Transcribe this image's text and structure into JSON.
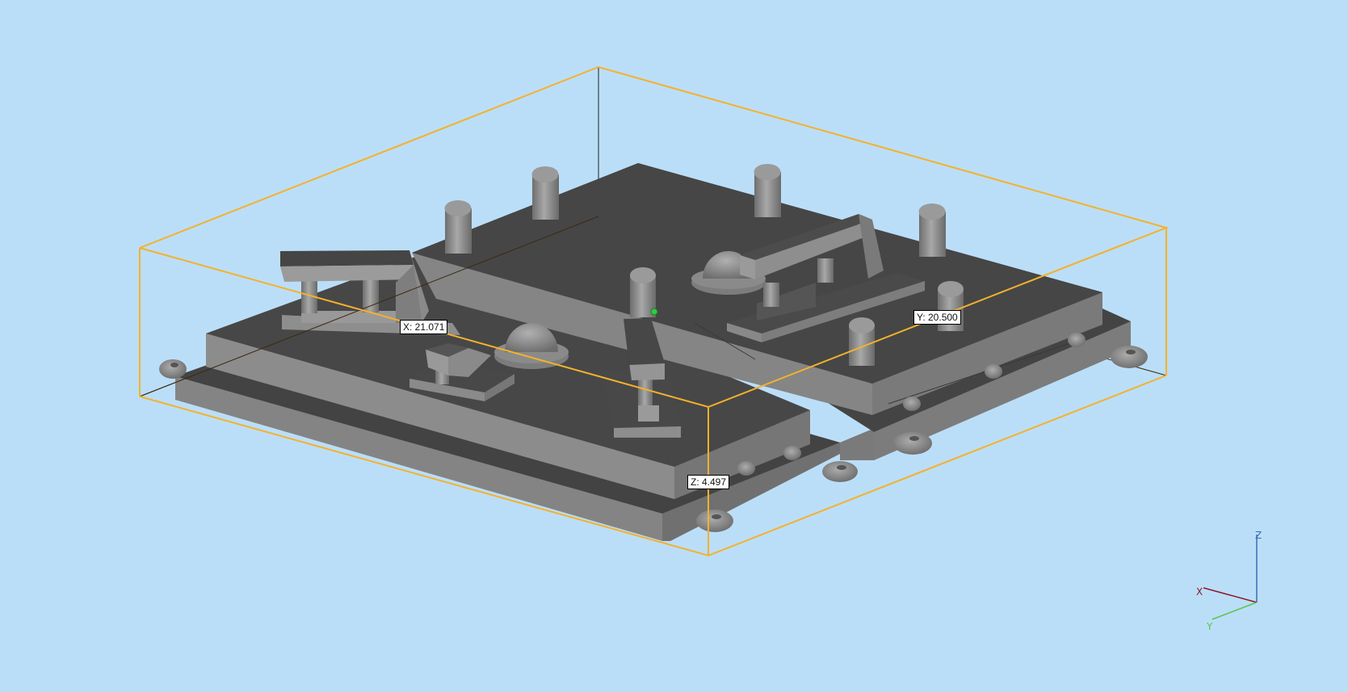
{
  "viewer": {
    "background_color": "#bbdef8",
    "bounding_box_color": "#f4b12c",
    "model_top_color": "#4a4a4a",
    "model_side_color": "#8a8a8a"
  },
  "dimensions": {
    "x": {
      "label": "X: 21.071",
      "value": 21.071
    },
    "y": {
      "label": "Y: 20.500",
      "value": 20.5
    },
    "z": {
      "label": "Z: 4.497",
      "value": 4.497
    }
  },
  "axis_triad": {
    "x": {
      "label": "X",
      "color": "#8b1a2b"
    },
    "y": {
      "label": "Y",
      "color": "#5cc44a"
    },
    "z": {
      "label": "Z",
      "color": "#3a6fb0"
    }
  },
  "selection_marker": {
    "color": "#2ecc40"
  }
}
